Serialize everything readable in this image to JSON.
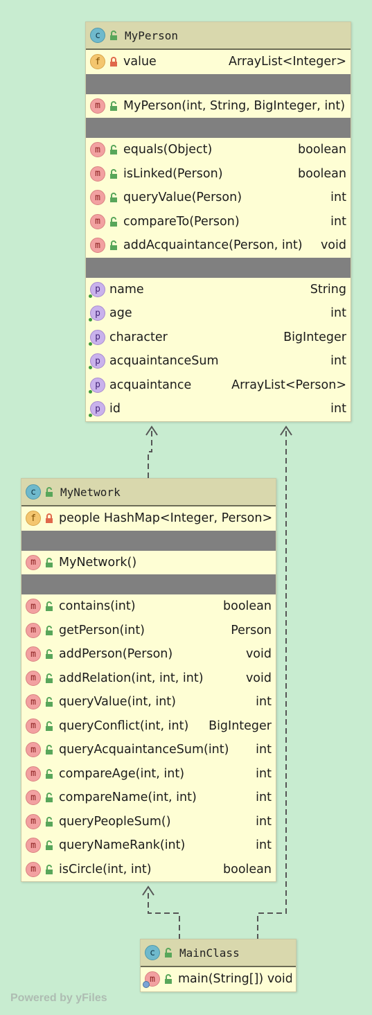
{
  "classes": {
    "myperson": {
      "name": "MyPerson",
      "fields": [
        {
          "label": "value",
          "type": "ArrayList<Integer>"
        }
      ],
      "constructors": [
        {
          "label": "MyPerson(int, String, BigInteger, int)",
          "type": ""
        }
      ],
      "methods": [
        {
          "label": "equals(Object)",
          "type": "boolean"
        },
        {
          "label": "isLinked(Person)",
          "type": "boolean"
        },
        {
          "label": "queryValue(Person)",
          "type": "int"
        },
        {
          "label": "compareTo(Person)",
          "type": "int"
        },
        {
          "label": "addAcquaintance(Person, int)",
          "type": "void"
        }
      ],
      "properties": [
        {
          "label": "name",
          "type": "String"
        },
        {
          "label": "age",
          "type": "int"
        },
        {
          "label": "character",
          "type": "BigInteger"
        },
        {
          "label": "acquaintanceSum",
          "type": "int"
        },
        {
          "label": "acquaintance",
          "type": "ArrayList<Person>"
        },
        {
          "label": "id",
          "type": "int"
        }
      ]
    },
    "mynetwork": {
      "name": "MyNetwork",
      "fields": [
        {
          "label": "people HashMap<Integer, Person>",
          "type": ""
        }
      ],
      "constructors": [
        {
          "label": "MyNetwork()",
          "type": ""
        }
      ],
      "methods": [
        {
          "label": "contains(int)",
          "type": "boolean"
        },
        {
          "label": "getPerson(int)",
          "type": "Person"
        },
        {
          "label": "addPerson(Person)",
          "type": "void"
        },
        {
          "label": "addRelation(int, int, int)",
          "type": "void"
        },
        {
          "label": "queryValue(int, int)",
          "type": "int"
        },
        {
          "label": "queryConflict(int, int)",
          "type": "BigInteger"
        },
        {
          "label": "queryAcquaintanceSum(int)",
          "type": "int"
        },
        {
          "label": "compareAge(int, int)",
          "type": "int"
        },
        {
          "label": "compareName(int, int)",
          "type": "int"
        },
        {
          "label": "queryPeopleSum()",
          "type": "int"
        },
        {
          "label": "queryNameRank(int)",
          "type": "int"
        },
        {
          "label": "isCircle(int, int)",
          "type": "boolean"
        }
      ]
    },
    "mainclass": {
      "name": "MainClass",
      "methods": [
        {
          "label": "main(String[]) void",
          "type": ""
        }
      ]
    }
  },
  "badges": {
    "class": "c",
    "field": "f",
    "method": "m",
    "property": "p"
  },
  "watermark": "Powered by yFiles",
  "colors": {
    "background": "#c8ecd0",
    "box": "#fefed4",
    "header": "#d9d8ad",
    "separator": "#808080"
  }
}
